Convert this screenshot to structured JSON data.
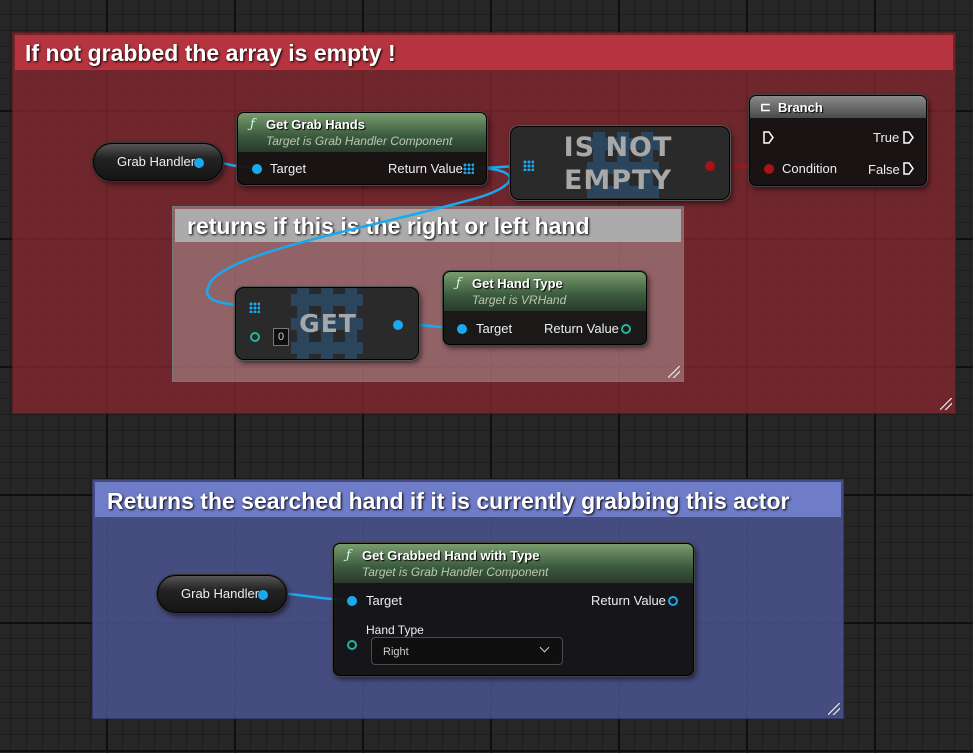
{
  "comments": {
    "array_check": "If not grabbed the array is empty !",
    "hand_type": "returns if this is the right or left hand",
    "searched_hand": "Returns the searched hand if it is currently grabbing this actor"
  },
  "nodes": {
    "grab_handler_var_1": {
      "label": "Grab Handler"
    },
    "get_grab_hands": {
      "title": "Get Grab Hands",
      "subtitle": "Target is Grab Handler Component",
      "input_target": "Target",
      "output_return": "Return Value"
    },
    "is_not_empty": {
      "line1": "IS NOT",
      "line2": "EMPTY"
    },
    "branch": {
      "title": "Branch",
      "condition": "Condition",
      "true_label": "True",
      "false_label": "False"
    },
    "get_array": {
      "label": "GET",
      "index_value": "0"
    },
    "get_hand_type": {
      "title": "Get Hand Type",
      "subtitle": "Target is VRHand",
      "input_target": "Target",
      "output_return": "Return Value"
    },
    "grab_handler_var_2": {
      "label": "Grab Handler"
    },
    "get_grabbed_hand_with_type": {
      "title": "Get Grabbed Hand with Type",
      "subtitle": "Target is Grab Handler Component",
      "input_target": "Target",
      "output_return": "Return Value",
      "hand_type_label": "Hand Type",
      "hand_type_value": "Right"
    }
  },
  "icons": {
    "function": "function-icon",
    "branch": "branch-icon",
    "dropdown": "chevron-down-icon"
  },
  "colors": {
    "object_pin": "#1aa9ee",
    "bool_pin": "#aa1313",
    "enum_pin": "#1fb6a0",
    "function_header": "#4f6e4a"
  }
}
